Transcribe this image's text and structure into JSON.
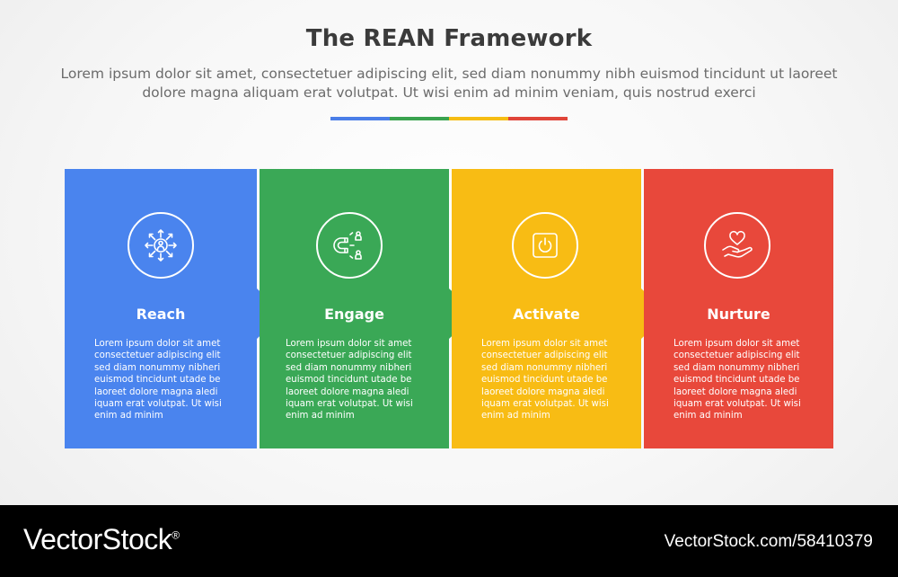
{
  "header": {
    "title": "The REAN Framework",
    "subtitle": "Lorem ipsum dolor sit amet, consectetuer adipiscing elit, sed diam nonummy nibh euismod tincidunt ut laoreet dolore magna aliquam erat volutpat. Ut wisi enim ad minim veniam, quis nostrud exerci"
  },
  "divider_colors": [
    "#4a7ee8",
    "#3aa34f",
    "#f6bd14",
    "#e0453a"
  ],
  "steps": [
    {
      "title": "Reach",
      "icon": "people-spread-icon",
      "color": "#4a84ee",
      "text": "Lorem ipsum dolor sit amet consectetuer adipiscing elit sed diam nonummy nibheri euismod tincidunt utade be laoreet dolore magna aledi iquam erat volutpat. Ut wisi enim ad minim"
    },
    {
      "title": "Engage",
      "icon": "magnet-icon",
      "color": "#3aa856",
      "text": "Lorem ipsum dolor sit amet consectetuer adipiscing elit sed diam nonummy nibheri euismod tincidunt utade be laoreet dolore magna aledi iquam erat volutpat. Ut wisi enim ad minim"
    },
    {
      "title": "Activate",
      "icon": "power-button-icon",
      "color": "#f8bc14",
      "text": "Lorem ipsum dolor sit amet consectetuer adipiscing elit sed diam nonummy nibheri euismod tincidunt utade be laoreet dolore magna aledi iquam erat volutpat. Ut wisi enim ad minim"
    },
    {
      "title": "Nurture",
      "icon": "heart-hand-icon",
      "color": "#e8483b",
      "text": "Lorem ipsum dolor sit amet consectetuer adipiscing elit sed diam nonummy nibheri euismod tincidunt utade be laoreet dolore magna aledi iquam erat volutpat. Ut wisi enim ad minim"
    }
  ],
  "footer": {
    "brand": "VectorStock",
    "brand_mark": "®",
    "stock_id": "VectorStock.com/58410379"
  }
}
